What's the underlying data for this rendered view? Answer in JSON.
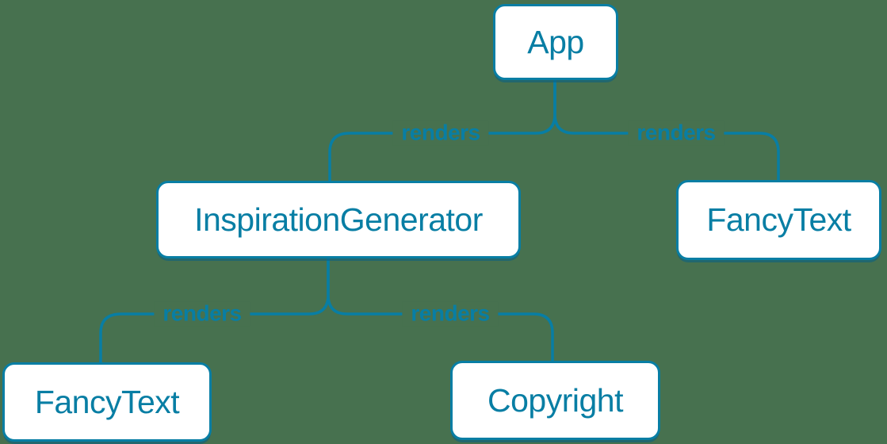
{
  "colors": {
    "background": "#47714f",
    "accent": "#087ea4",
    "node_fill": "#ffffff",
    "node_shadow": "#0a6184"
  },
  "diagram": {
    "type": "component-render-tree",
    "nodes": [
      {
        "id": "app",
        "label": "App"
      },
      {
        "id": "inspiration-generator",
        "label": "InspirationGenerator"
      },
      {
        "id": "fancy-text-top",
        "label": "FancyText"
      },
      {
        "id": "fancy-text-bottom",
        "label": "FancyText"
      },
      {
        "id": "copyright",
        "label": "Copyright"
      }
    ],
    "edges": [
      {
        "from": "App",
        "to": "InspirationGenerator",
        "label": "renders"
      },
      {
        "from": "App",
        "to": "FancyText",
        "label": "renders"
      },
      {
        "from": "InspirationGenerator",
        "to": "FancyText",
        "label": "renders"
      },
      {
        "from": "InspirationGenerator",
        "to": "Copyright",
        "label": "renders"
      }
    ]
  }
}
